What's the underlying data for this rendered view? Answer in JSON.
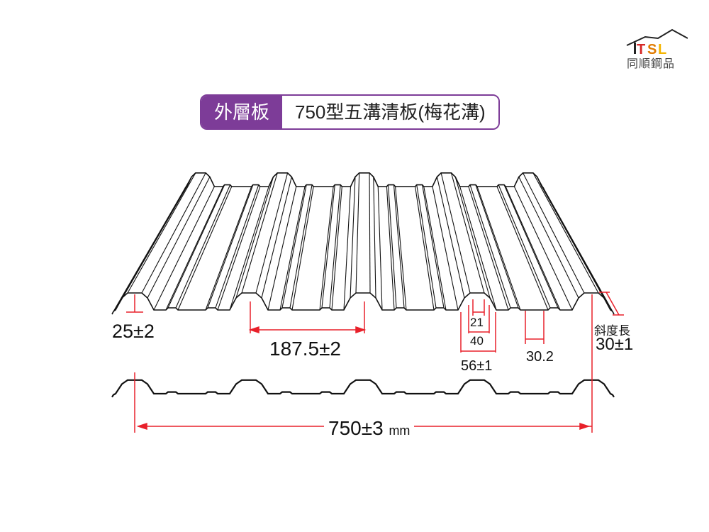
{
  "logo": {
    "mark": "TSL",
    "name": "同順鋼品"
  },
  "title": {
    "category": "外層板",
    "product": "750型五溝清板(梅花溝)"
  },
  "dimensions": {
    "rib_height": "25±2",
    "pitch": "187.5±2",
    "rib_top": "21",
    "rib_mid": "40",
    "rib_base": "56±1",
    "trough_groove": "30.2",
    "slope_label": "斜度長",
    "slope_value": "30±1",
    "total_width": "750±3",
    "total_unit": "mm"
  },
  "colors": {
    "accent": "#7d3c98",
    "dimension": "#e8202a",
    "line": "#111111"
  }
}
